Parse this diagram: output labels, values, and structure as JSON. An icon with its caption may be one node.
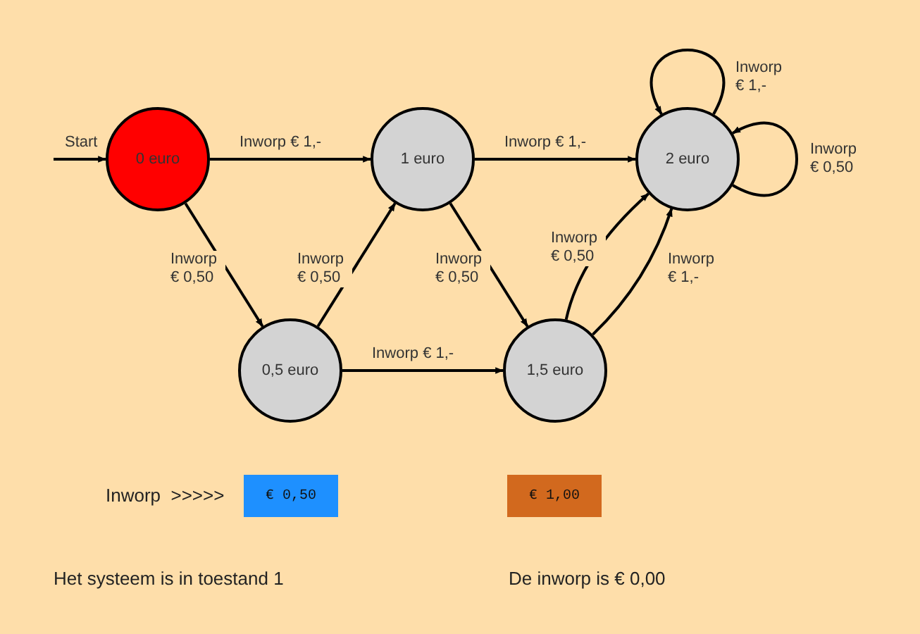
{
  "diagram": {
    "nodes": [
      {
        "text": [
          "0 euro"
        ]
      },
      {
        "text": [
          "1 euro"
        ]
      },
      {
        "text": [
          "2 euro"
        ]
      },
      {
        "text": [
          "0,5 euro"
        ]
      },
      {
        "text": [
          "1,5 euro"
        ]
      },
      {
        "text": [
          "€ 0,50"
        ]
      },
      {
        "text": [
          "€ 1,00"
        ]
      }
    ],
    "edges": [
      {
        "from": null,
        "to": 0,
        "arrow": "to",
        "label": "Start"
      },
      {
        "from": 0,
        "to": 1,
        "arrow": "to",
        "label": "Inworp € 1,-"
      },
      {
        "from": 0,
        "to": 3,
        "arrow": "to",
        "label": "Inworp € 0,50"
      },
      {
        "from": 3,
        "to": 1,
        "arrow": "to",
        "label": "Inworp € 0,50"
      },
      {
        "from": 1,
        "to": 2,
        "arrow": "to",
        "label": "Inworp € 1,-"
      },
      {
        "from": 1,
        "to": 4,
        "arrow": "to",
        "label": "Inworp € 0,50"
      },
      {
        "from": 3,
        "to": 4,
        "arrow": "to",
        "label": "Inworp € 1,-"
      },
      {
        "from": 4,
        "to": 2,
        "arrow": "to",
        "label": "Inworp € 0,50"
      },
      {
        "from": 4,
        "to": 2,
        "arrow": "to",
        "label": "Inworp € 1,-"
      },
      {
        "from": 2,
        "to": 2,
        "arrow": "to",
        "label": "Inworp € 1,-"
      },
      {
        "from": 2,
        "to": 2,
        "arrow": "to",
        "label": "Inworp € 0,50"
      }
    ],
    "labels": [
      "Inworp  >>>>>",
      "Het systeem is in toestand 1",
      "De inworp is € 0,00"
    ]
  }
}
